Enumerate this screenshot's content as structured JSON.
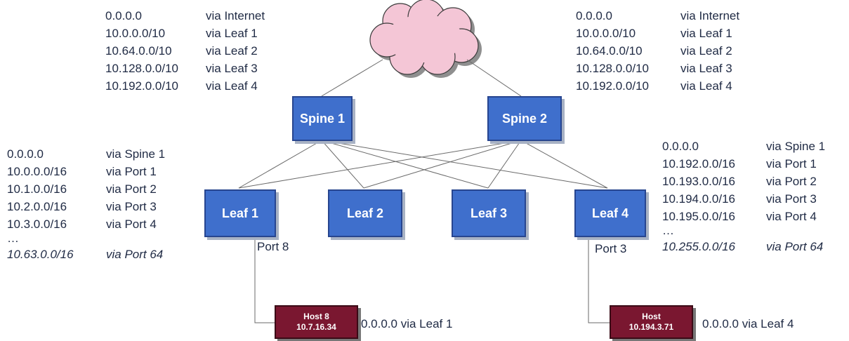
{
  "spine1_routes": [
    {
      "prefix": "0.0.0.0",
      "via": "via Internet"
    },
    {
      "prefix": "10.0.0.0/10",
      "via": "via Leaf 1"
    },
    {
      "prefix": "10.64.0.0/10",
      "via": "via Leaf 2"
    },
    {
      "prefix": "10.128.0.0/10",
      "via": "via Leaf 3"
    },
    {
      "prefix": "10.192.0.0/10",
      "via": "via Leaf 4"
    }
  ],
  "spine2_routes": [
    {
      "prefix": "0.0.0.0",
      "via": "via Internet"
    },
    {
      "prefix": "10.0.0.0/10",
      "via": "via Leaf 1"
    },
    {
      "prefix": "10.64.0.0/10",
      "via": "via Leaf 2"
    },
    {
      "prefix": "10.128.0.0/10",
      "via": "via Leaf 3"
    },
    {
      "prefix": "10.192.0.0/10",
      "via": "via Leaf 4"
    }
  ],
  "leaf1_routes": [
    {
      "prefix": "0.0.0.0",
      "via": "via Spine 1"
    },
    {
      "prefix": "10.0.0.0/16",
      "via": "via Port 1"
    },
    {
      "prefix": "10.1.0.0/16",
      "via": "via Port 2"
    },
    {
      "prefix": "10.2.0.0/16",
      "via": "via Port 3"
    },
    {
      "prefix": "10.3.0.0/16",
      "via": "via Port 4"
    },
    {
      "prefix": "…",
      "via": ""
    },
    {
      "prefix": "10.63.0.0/16",
      "via": "via Port 64"
    }
  ],
  "leaf4_routes": [
    {
      "prefix": "0.0.0.0",
      "via": "via Spine 1"
    },
    {
      "prefix": "10.192.0.0/16",
      "via": "via Port 1"
    },
    {
      "prefix": "10.193.0.0/16",
      "via": "via Port 2"
    },
    {
      "prefix": "10.194.0.0/16",
      "via": "via Port 3"
    },
    {
      "prefix": "10.195.0.0/16",
      "via": "via Port 4"
    },
    {
      "prefix": "…",
      "via": ""
    },
    {
      "prefix": "10.255.0.0/16",
      "via": "via Port 64"
    }
  ],
  "nodes": {
    "spine1": "Spine 1",
    "spine2": "Spine 2",
    "leaf1": "Leaf 1",
    "leaf2": "Leaf 2",
    "leaf3": "Leaf 3",
    "leaf4": "Leaf 4"
  },
  "host1": {
    "name": "Host 8",
    "ip": "10.7.16.34",
    "route": "0.0.0.0 via Leaf 1",
    "port": "Port 8"
  },
  "host2": {
    "name": "Host",
    "ip": "10.194.3.71",
    "route": "0.0.0.0 via Leaf 4",
    "port": "Port 3"
  },
  "colors": {
    "switch_fill": "#3f6fcc",
    "switch_border": "#27458f",
    "host_fill": "#7a1730",
    "cloud_fill": "#f4c6d6",
    "text": "#1f2a44"
  }
}
